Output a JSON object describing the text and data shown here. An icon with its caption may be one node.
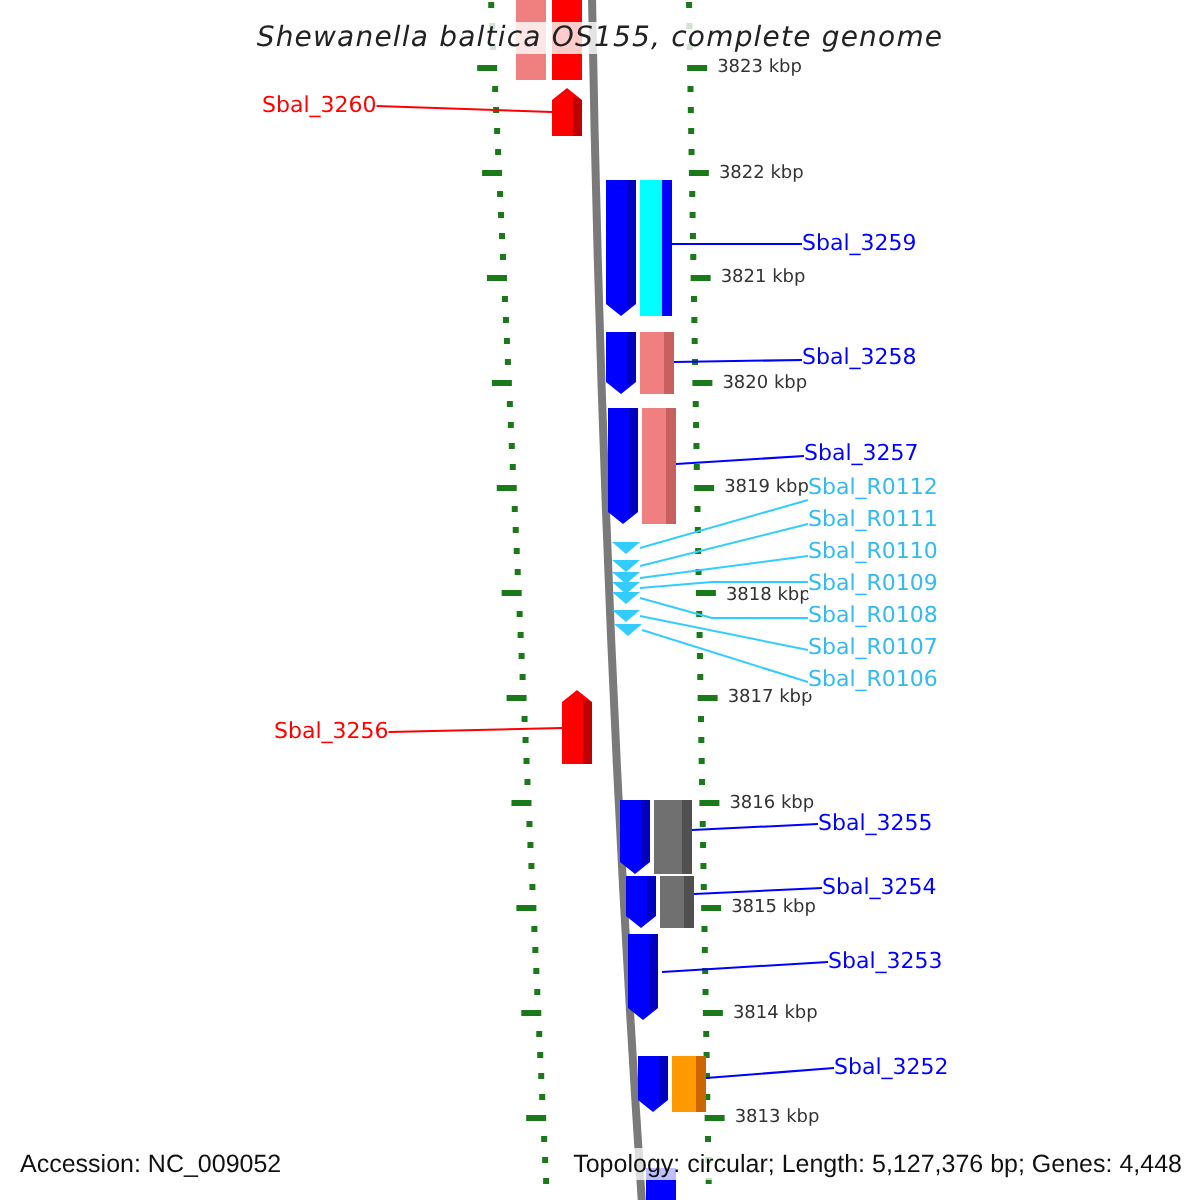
{
  "diagram": {
    "title": "Shewanella baltica OS155, complete genome",
    "nodes": [
      {
        "text": [
          "Sbal_3260"
        ]
      },
      {
        "text": [
          "Sbal_3259"
        ]
      },
      {
        "text": [
          "Sbal_3258"
        ]
      },
      {
        "text": [
          "Sbal_3257"
        ]
      },
      {
        "text": [
          "Sbal_R0112"
        ]
      },
      {
        "text": [
          "Sbal_R0111"
        ]
      },
      {
        "text": [
          "Sbal_R0110"
        ]
      },
      {
        "text": [
          "Sbal_R0109"
        ]
      },
      {
        "text": [
          "Sbal_R0108"
        ]
      },
      {
        "text": [
          "Sbal_R0107"
        ]
      },
      {
        "text": [
          "Sbal_R0106"
        ]
      },
      {
        "text": [
          "Sbal_3256"
        ]
      },
      {
        "text": [
          "Sbal_3255"
        ]
      },
      {
        "text": [
          "Sbal_3254"
        ]
      },
      {
        "text": [
          "Sbal_3253"
        ]
      },
      {
        "text": [
          "Sbal_3252"
        ]
      },
      {
        "text": [],
        "shape": "arrow"
      },
      {
        "text": [],
        "shape": "arrow"
      },
      {
        "text": [],
        "shape": "arrow"
      },
      {
        "text": [],
        "shape": "arrow"
      },
      {
        "text": [],
        "shape": "triangle"
      },
      {
        "text": [],
        "shape": "triangle"
      },
      {
        "text": [],
        "shape": "triangle"
      },
      {
        "text": [],
        "shape": "triangle"
      },
      {
        "text": [],
        "shape": "triangle"
      },
      {
        "text": [],
        "shape": "triangle"
      },
      {
        "text": [],
        "shape": "triangle"
      },
      {
        "text": [],
        "shape": "arrow"
      },
      {
        "text": [],
        "shape": "arrow"
      },
      {
        "text": [],
        "shape": "arrow"
      },
      {
        "text": [],
        "shape": "arrow"
      },
      {
        "text": [],
        "shape": "arrow"
      }
    ],
    "edges": [
      {
        "from": 0,
        "to": 16,
        "arrow": "none",
        "color": "#ff0000"
      },
      {
        "from": 1,
        "to": 17,
        "arrow": "none",
        "color": "#0000ff"
      },
      {
        "from": 2,
        "to": 18,
        "arrow": "none",
        "color": "#0000ff"
      },
      {
        "from": 3,
        "to": 19,
        "arrow": "none",
        "color": "#0000ff"
      },
      {
        "from": 4,
        "to": 20,
        "arrow": "none",
        "color": "#33ccff"
      },
      {
        "from": 5,
        "to": 21,
        "arrow": "none",
        "color": "#33ccff"
      },
      {
        "from": 6,
        "to": 22,
        "arrow": "none",
        "color": "#33ccff"
      },
      {
        "from": 7,
        "to": 23,
        "arrow": "none",
        "color": "#33ccff"
      },
      {
        "from": 8,
        "to": 24,
        "arrow": "none",
        "color": "#33ccff"
      },
      {
        "from": 9,
        "to": 25,
        "arrow": "none",
        "color": "#33ccff"
      },
      {
        "from": 10,
        "to": 26,
        "arrow": "none",
        "color": "#33ccff"
      },
      {
        "from": 11,
        "to": 27,
        "arrow": "none",
        "color": "#ff0000"
      },
      {
        "from": 12,
        "to": 28,
        "arrow": "none",
        "color": "#0000ff"
      },
      {
        "from": 13,
        "to": 29,
        "arrow": "none",
        "color": "#0000ff"
      },
      {
        "from": 14,
        "to": 30,
        "arrow": "none",
        "color": "#0000ff"
      },
      {
        "from": 15,
        "to": 31,
        "arrow": "none",
        "color": "#0000ff"
      }
    ],
    "labels": [
      "3823 kbp",
      "3822 kbp",
      "3821 kbp",
      "3820 kbp",
      "3819 kbp",
      "3818 kbp",
      "3817 kbp",
      "3816 kbp",
      "3815 kbp",
      "3814 kbp",
      "3813 kbp",
      "Accession: NC_009052",
      "Topology: circular; Length: 5,127,376 bp; Genes: 4,448"
    ]
  }
}
